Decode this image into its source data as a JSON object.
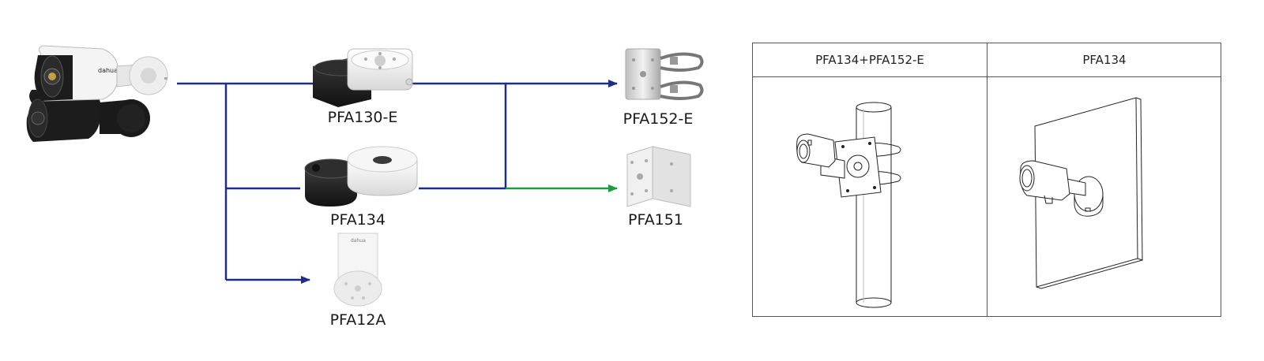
{
  "products": {
    "camera": {
      "icon": "bullet-camera-icon"
    },
    "pfa130e": {
      "label": "PFA130-E",
      "icon": "junction-box-icon"
    },
    "pfa134": {
      "label": "PFA134",
      "icon": "junction-box-icon"
    },
    "pfa12a": {
      "label": "PFA12A",
      "icon": "wall-mount-bracket-icon"
    },
    "pfa152e": {
      "label": "PFA152-E",
      "icon": "pole-mount-bracket-icon"
    },
    "pfa151": {
      "label": "PFA151",
      "icon": "corner-mount-bracket-icon"
    }
  },
  "colors": {
    "connector_blue": "#1f2d8a",
    "connector_green": "#1e9a40",
    "table_border": "#555555"
  },
  "table": {
    "columns": [
      {
        "header": "PFA134+PFA152-E",
        "illustration": "pole-mount-installation-icon"
      },
      {
        "header": "PFA134",
        "illustration": "wall-mount-installation-icon"
      }
    ]
  }
}
